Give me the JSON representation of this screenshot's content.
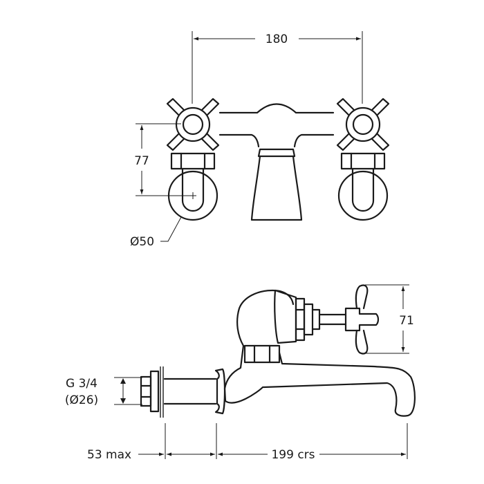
{
  "dimensions": {
    "top_width": "180",
    "top_height": "77",
    "diameter": "Ø50",
    "side_height": "71",
    "thread_size": "G 3/4",
    "thread_diameter": "(Ø26)",
    "wall_projection": "53 max",
    "centres": "199 crs"
  },
  "colors": {
    "line": "#1a1a1a",
    "background": "#ffffff"
  }
}
